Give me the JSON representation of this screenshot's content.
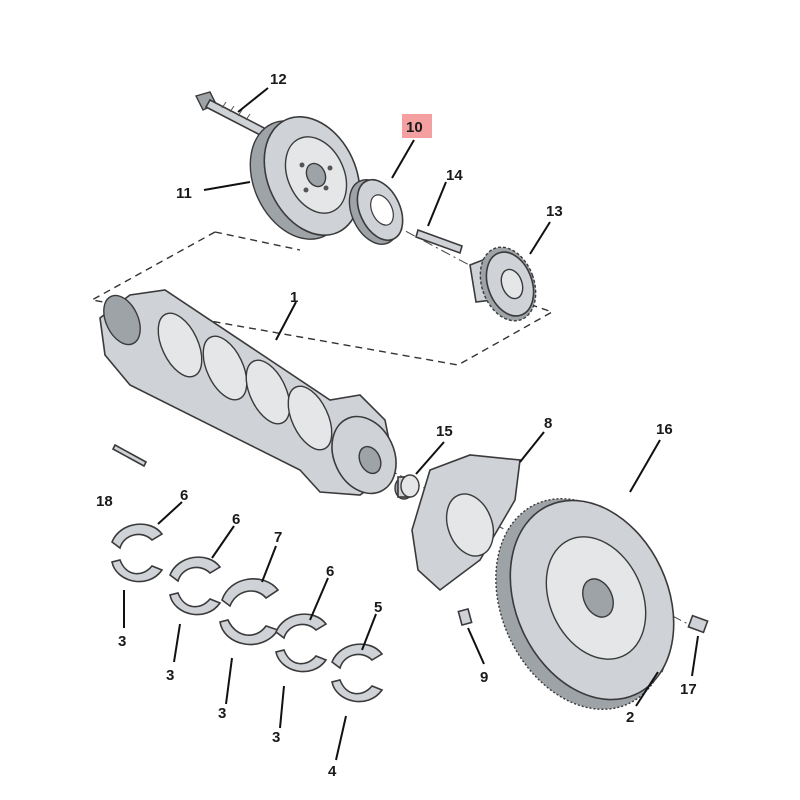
{
  "diagram": {
    "callouts": {
      "c1": "1",
      "c2": "2",
      "c3a": "3",
      "c3b": "3",
      "c3c": "3",
      "c3d": "3",
      "c4": "4",
      "c5": "5",
      "c6a": "6",
      "c6b": "6",
      "c6c": "6",
      "c7": "7",
      "c8": "8",
      "c9": "9",
      "c10": "10",
      "c11": "11",
      "c12": "12",
      "c13": "13",
      "c14": "14",
      "c15": "15",
      "c16": "16",
      "c17": "17",
      "c18": "18"
    },
    "highlight_color": "#f4a0a0"
  }
}
